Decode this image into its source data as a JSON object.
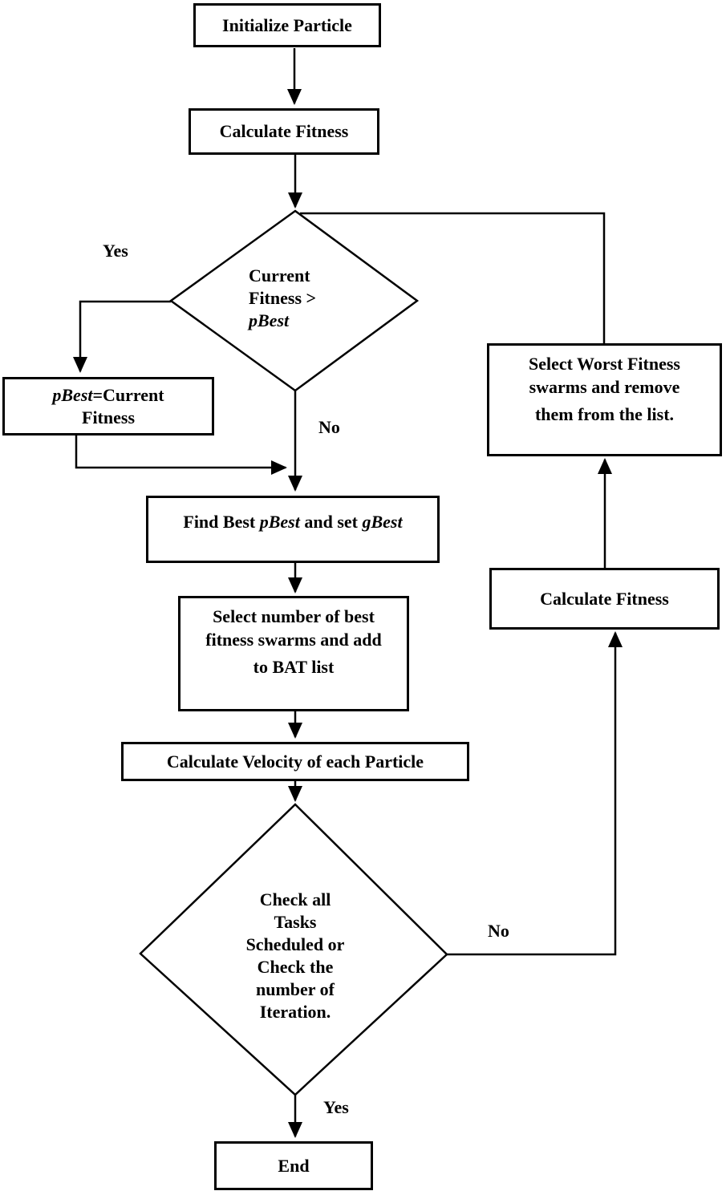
{
  "labels": {
    "yes_left": "Yes",
    "no_center": "No",
    "no_right": "No",
    "yes_bottom": "Yes"
  },
  "nodes": {
    "init": {
      "text": "Initialize Particle"
    },
    "calc_fitness_top": {
      "text": "Calculate Fitness"
    },
    "decision_pbest": {
      "line1": "Current",
      "line2": "Fitness >",
      "line3_italic": "pBest"
    },
    "pbest_update": {
      "line1_italic": "pBest",
      "line1_rest": "=Current",
      "line2": "Fitness"
    },
    "find_best": {
      "p1": "Find Best ",
      "p2_italic": "pBest",
      "p3": " and set ",
      "p4_italic": "gBest"
    },
    "select_number": {
      "line1": "Select number of best",
      "line2": "fitness swarms and add",
      "line3": "to BAT list"
    },
    "calc_velocity": {
      "text": "Calculate Velocity of each Particle"
    },
    "decision_tasks": {
      "lines": [
        "Check all",
        "Tasks",
        "Scheduled or",
        "Check the",
        "number of",
        "Iteration."
      ]
    },
    "select_worst": {
      "line1": "Select Worst Fitness",
      "line2": "swarms and remove",
      "line3": "them from the list."
    },
    "calc_fitness_right": {
      "text": "Calculate Fitness"
    },
    "end": {
      "text": "End"
    }
  },
  "colors": {
    "line": "#000000",
    "background": "#ffffff",
    "text": "#000000"
  }
}
